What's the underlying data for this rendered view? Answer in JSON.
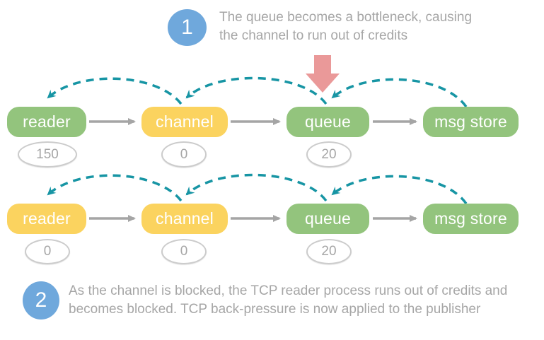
{
  "annotations": {
    "step1": {
      "number": "1",
      "text": "The queue becomes a bottleneck, causing the channel to run out of credits"
    },
    "step2": {
      "number": "2",
      "text": "As the channel is blocked, the TCP reader process runs out of credits and becomes blocked. TCP back-pressure is now applied to the publisher"
    }
  },
  "rows": [
    {
      "nodes": [
        {
          "label": "reader",
          "color": "#93c47d",
          "credits": "150"
        },
        {
          "label": "channel",
          "color": "#fbd35f",
          "credits": "0"
        },
        {
          "label": "queue",
          "color": "#93c47d",
          "credits": "20"
        },
        {
          "label": "msg store",
          "color": "#93c47d"
        }
      ]
    },
    {
      "nodes": [
        {
          "label": "reader",
          "color": "#fbd35f",
          "credits": "0"
        },
        {
          "label": "channel",
          "color": "#fbd35f",
          "credits": "0"
        },
        {
          "label": "queue",
          "color": "#93c47d",
          "credits": "20"
        },
        {
          "label": "msg store",
          "color": "#93c47d"
        }
      ]
    }
  ],
  "colors": {
    "node_green": "#93c47d",
    "node_yellow": "#fbd35f",
    "backpressure_teal": "#1795a4",
    "flow_arrow_gray": "#a5a5a5",
    "bottleneck_arrow_red": "#ea9999",
    "step_circle_blue": "#6fa8dc",
    "annotation_text_gray": "#a6a6a6"
  }
}
